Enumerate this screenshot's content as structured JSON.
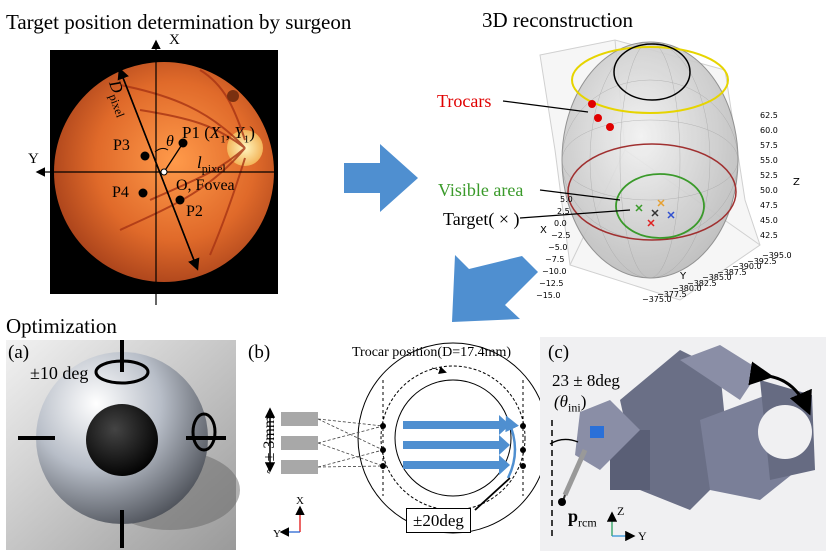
{
  "titles": {
    "target": "Target position determination by surgeon",
    "recon": "3D reconstruction",
    "optim": "Optimization"
  },
  "fundus": {
    "axis_x": "X",
    "axis_y": "Y",
    "d_pixel": "D",
    "d_pixel_sub": "pixel",
    "theta": "θ",
    "p1": "P1",
    "p1_coord_open": "(",
    "p1_X": "X",
    "p1_X_sub": "1",
    "p1_sep": ", ",
    "p1_Y": "Y",
    "p1_Y_sub": "1",
    "p1_coord_close": ")",
    "l_pixel": "l",
    "l_pixel_sub": "pixel",
    "fovea": "O, Fovea",
    "p2": "P2",
    "p3": "P3",
    "p4": "P4"
  },
  "recon": {
    "trocars": "Trocars",
    "visible": "Visible area",
    "target": "Target( × )",
    "z_label": "Z",
    "y_label": "Y",
    "x_label": "X",
    "z_ticks": [
      "62.5",
      "60.0",
      "57.5",
      "55.0",
      "52.5",
      "50.0",
      "47.5",
      "45.0",
      "42.5"
    ],
    "y_ticks": [
      "−395.0",
      "−392.5",
      "−390.0",
      "−387.5",
      "−385.0",
      "−382.5",
      "−380.0",
      "−377.5",
      "−375.0"
    ],
    "x_ticks": [
      "5.0",
      "2.5",
      "0.0",
      "−2.5",
      "−5.0",
      "−7.5",
      "−10.0",
      "−12.5",
      "−15.0"
    ]
  },
  "panel_a": {
    "label": "(a)",
    "rot": "±10 deg"
  },
  "panel_b": {
    "label": "(b)",
    "trocar": "Trocar position(D=17.4mm)",
    "shift": "~ ± 3mm",
    "rot": "±20deg",
    "axis_x": "X",
    "axis_y": "Y"
  },
  "panel_c": {
    "label": "(c)",
    "angle": "23 ± 8deg",
    "theta": "(θ",
    "theta_sub": "ini",
    "theta_close": ")",
    "p": "p",
    "p_sub": "rcm",
    "axis_z": "Z",
    "axis_y": "Y"
  },
  "colors": {
    "trocar_red": "#e00000",
    "visible_green": "#3a9a2a",
    "arrow_blue": "#4f8fd0",
    "trocar_yellow": "#e6d400"
  }
}
